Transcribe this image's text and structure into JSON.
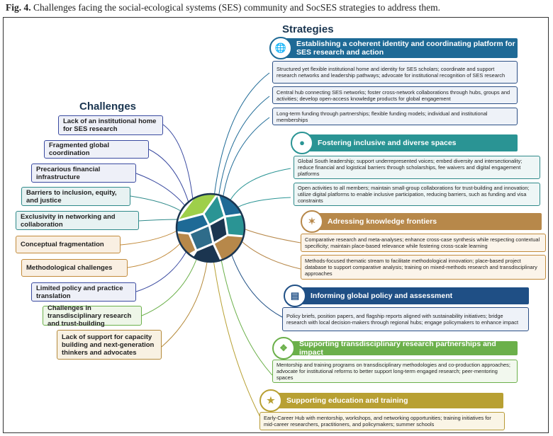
{
  "caption": {
    "label": "Fig. 4.",
    "text": "Challenges facing the social-ecological systems (SES) community and SocSES strategies to address them."
  },
  "challenges_heading": "Challenges",
  "strategies_heading": "Strategies",
  "challenges": [
    "Lack of an institutional home for SES research",
    "Fragmented global coordination",
    "Precarious financial infrastructure",
    "Barriers to inclusion, equity, and justice",
    "Exclusivity in networking and collaboration",
    "Conceptual fragmentation",
    "Methodological challenges",
    "Limited policy and practice translation",
    "Challenges in transdisciplinary research and trust-building",
    "Lack of support for capacity building and next-generation thinkers and advocates"
  ],
  "strategies": [
    {
      "title": "Establishing a coherent identity and coordinating platform for SES research and action",
      "icon": "globe-network-icon",
      "color": "#1e6a96",
      "items": [
        "Structured yet flexible institutional home and identity for SES scholars; coordinate and support research networks and leadership pathways; advocate for institutional recognition of SES research",
        "Central hub connecting SES networks; foster cross-network collaborations through hubs, groups and activities; develop open-access knowledge products for global engagement",
        "Long-term funding through partnerships; flexible funding models; individual and institutional memberships"
      ]
    },
    {
      "title": "Fostering inclusive and diverse spaces",
      "icon": "people-circle-icon",
      "color": "#2a9494",
      "items": [
        "Global South leadership; support underrepresented voices; embed diversity and intersectionality; reduce financial and logistical barriers through scholarships, fee waivers and digital engagement platforms",
        "Open activities to all members; maintain small-group collaborations for trust-building and innovation; utilize digital platforms to enable inclusive participation, reducing barriers, such as funding and visa constraints"
      ]
    },
    {
      "title": "Adressing knowledge frontiers",
      "icon": "lightbulb-icon",
      "color": "#b7884a",
      "items": [
        "Comparative research and meta-analyses; enhance cross-case synthesis while respecting contextual specificity; maintain place-based relevance while fostering cross-scale learning",
        "Methods-focused thematic stream to facilitate methodological innovation; place-based project database to support comparative analysis; training on mixed-methods research and transdisciplinary approaches"
      ]
    },
    {
      "title": "Informing global policy and assessment",
      "icon": "document-chart-icon",
      "color": "#1f4f85",
      "items": [
        "Policy briefs, position papers, and flagship reports aligned with sustainability initiatives; bridge research with local decision-makers through regional hubs; engage policymakers to enhance impact"
      ]
    },
    {
      "title": "Supporting transdisciplinary research partnerships and impact",
      "icon": "partnership-icon",
      "color": "#6bb04a",
      "items": [
        "Mentorship and training programs on transdisciplinary methodologies and co-production approaches; advocate for institutional reforms to better support long-term engaged research; peer-mentoring spaces"
      ]
    },
    {
      "title": "Supporting education and training",
      "icon": "education-icon",
      "color": "#b8a033",
      "items": [
        "Early-Career Hub with mentorship, workshops, and networking opportunities; training initiatives for mid-career researchers, practitioners, and policymakers; summer schools"
      ]
    }
  ],
  "colors": {
    "dark_blue": "#1e3f6e",
    "blue": "#1e6a96",
    "teal": "#2a9494",
    "tan": "#b7884a",
    "green": "#6bb04a",
    "gold": "#b8a033"
  }
}
